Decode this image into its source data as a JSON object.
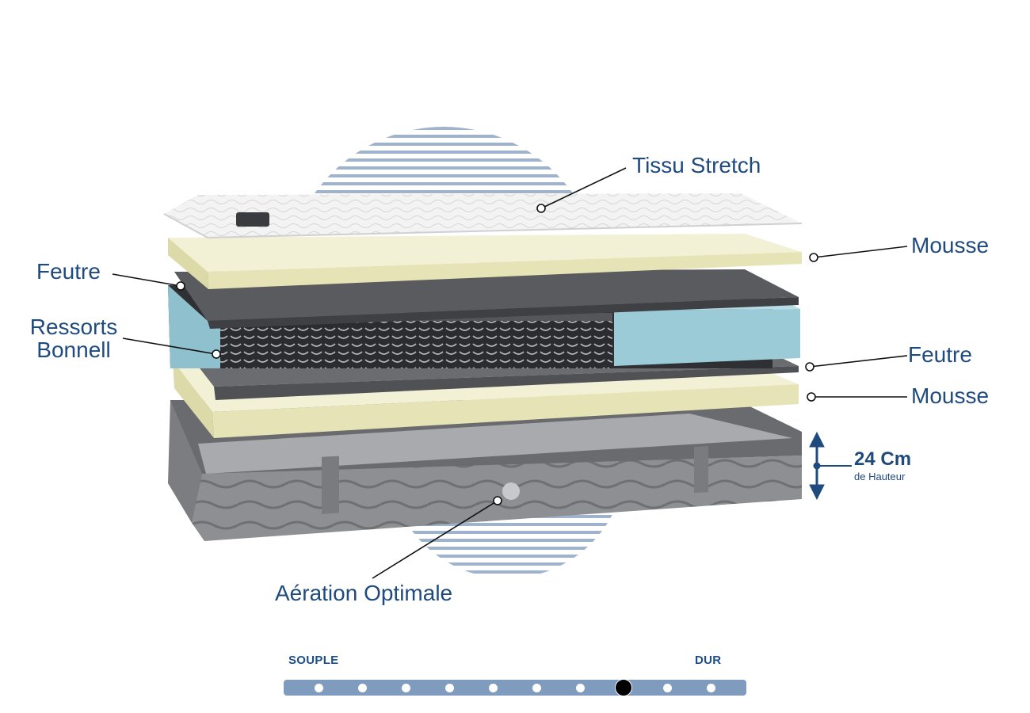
{
  "labels": {
    "tissu": "Tissu  Stretch",
    "mousse_top": "Mousse",
    "feutre_left": "Feutre",
    "ressorts_line1": "Ressorts",
    "ressorts_line2": "Bonnell",
    "feutre_right": "Feutre",
    "mousse_bottom": "Mousse",
    "aeration": "Aération Optimale"
  },
  "height": {
    "value": "24 Cm",
    "caption": "de Hauteur"
  },
  "firmness": {
    "soft_label": "SOUPLE",
    "hard_label": "DUR",
    "positions": 10,
    "selected": 8
  },
  "colors": {
    "label_blue": "#1f4a7d",
    "track": "#7f9bbd",
    "foam": "#ecebc4",
    "felt": "#5e6065",
    "side_foam": "#9ccbd8",
    "base": "#8f9093"
  }
}
